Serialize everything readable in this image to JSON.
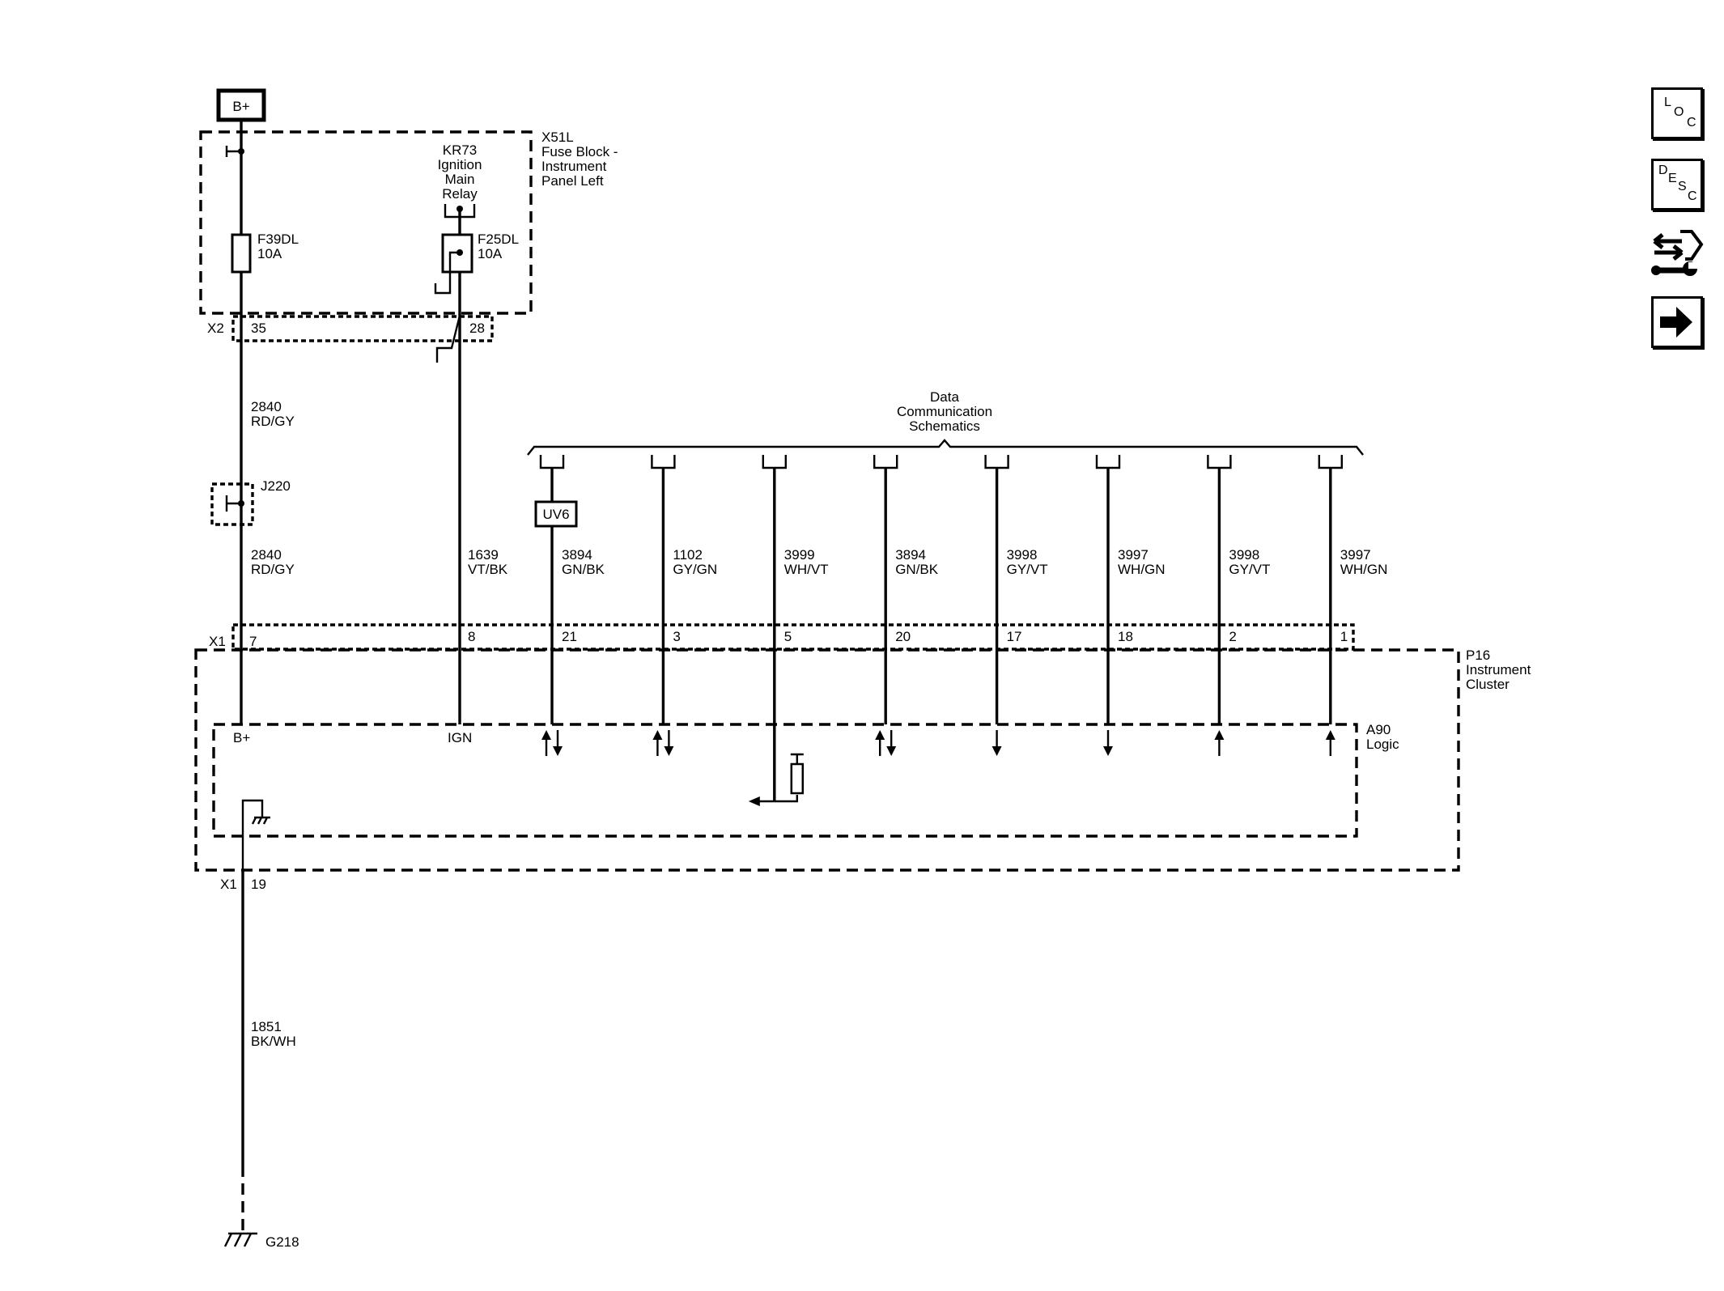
{
  "power": {
    "bplus": "B+"
  },
  "fuse_block": {
    "id": "X51L",
    "name_lines": [
      "Fuse Block -",
      "Instrument",
      "Panel Left"
    ],
    "relay_lines": [
      "KR73",
      "Ignition",
      "Main",
      "Relay"
    ],
    "fuse1": {
      "name": "F39DL",
      "rating": "10A"
    },
    "fuse2": {
      "name": "F25DL",
      "rating": "10A"
    },
    "connector": "X2",
    "pin1": "35",
    "pin2": "28"
  },
  "wires": {
    "w2840_upper": {
      "circuit": "2840",
      "color": "RD/GY"
    },
    "w2840_lower": {
      "circuit": "2840",
      "color": "RD/GY"
    },
    "w1639": {
      "circuit": "1639",
      "color": "VT/BK"
    },
    "w1851": {
      "circuit": "1851",
      "color": "BK/WH"
    }
  },
  "splice": {
    "id": "J220"
  },
  "data_comm": {
    "lines": [
      "Data",
      "Communication",
      "Schematics"
    ],
    "uv_label": "UV6",
    "channels": [
      {
        "circuit": "3894",
        "color": "GN/BK",
        "pin": "21",
        "arrow": "both"
      },
      {
        "circuit": "1102",
        "color": "GY/GN",
        "pin": "3",
        "arrow": "both"
      },
      {
        "circuit": "3999",
        "color": "WH/VT",
        "pin": "5",
        "arrow": "resistor"
      },
      {
        "circuit": "3894",
        "color": "GN/BK",
        "pin": "20",
        "arrow": "both"
      },
      {
        "circuit": "3998",
        "color": "GY/VT",
        "pin": "17",
        "arrow": "down"
      },
      {
        "circuit": "3997",
        "color": "WH/GN",
        "pin": "18",
        "arrow": "down"
      },
      {
        "circuit": "3998",
        "color": "GY/VT",
        "pin": "2",
        "arrow": "up"
      },
      {
        "circuit": "3997",
        "color": "WH/GN",
        "pin": "1",
        "arrow": "up"
      }
    ]
  },
  "cluster": {
    "id": "P16",
    "name_lines": [
      "Instrument",
      "Cluster"
    ],
    "connector_top": "X1",
    "pin_bplus": "7",
    "pin_ign": "8",
    "logic_id": "A90",
    "logic_name": "Logic",
    "bplus_label": "B+",
    "ign_label": "IGN",
    "connector_bottom": "X1",
    "pin_ground": "19"
  },
  "ground": {
    "id": "G218"
  },
  "nav": {
    "loc": [
      "L",
      "O",
      "C"
    ],
    "desc": [
      "D",
      "E",
      "S",
      "C"
    ],
    "icons": [
      "connector-wrench-icon",
      "arrow-right-icon"
    ]
  }
}
